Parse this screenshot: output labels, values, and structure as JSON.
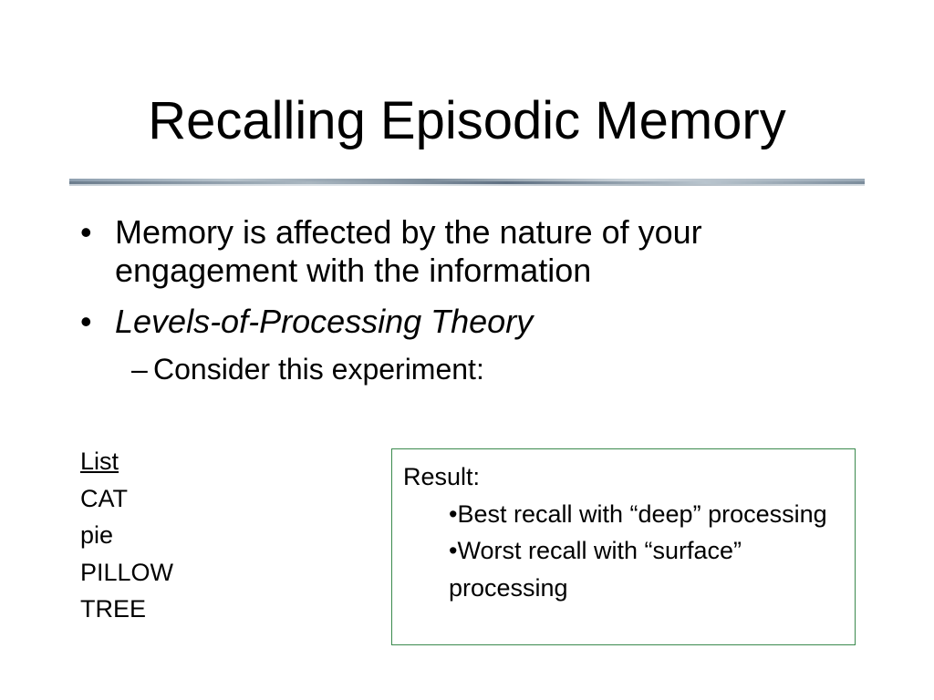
{
  "slide": {
    "title": "Recalling Episodic Memory",
    "bullets": [
      {
        "marker": "•",
        "text": "Memory is affected by the nature of your engagement with the information"
      },
      {
        "marker": "•",
        "text": "Levels-of-Processing Theory"
      }
    ],
    "sub_bullet": {
      "marker": "–",
      "text": "Consider this experiment:"
    },
    "list": {
      "heading": "List",
      "items": [
        "CAT",
        "pie",
        "PILLOW",
        "TREE"
      ]
    },
    "result": {
      "heading": "Result:",
      "items": [
        "•Best recall with “deep” processing",
        "•Worst recall with “surface” processing"
      ]
    }
  },
  "colors": {
    "box_border": "#3b8a4e",
    "text": "#000000",
    "background": "#ffffff"
  }
}
